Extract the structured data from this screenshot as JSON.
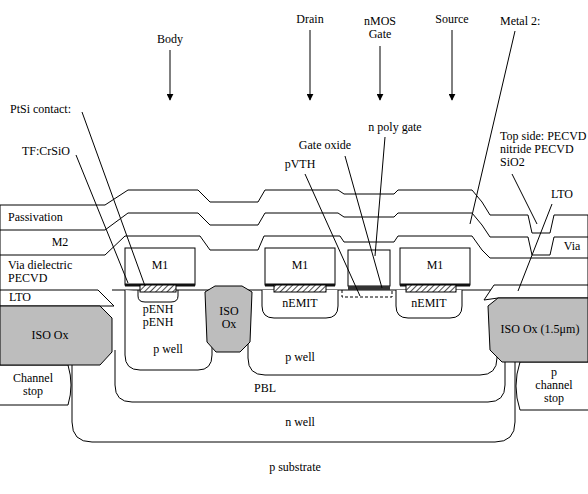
{
  "diagram": {
    "labels": [
      "Body",
      "Drain",
      "nMOS Gate",
      "Source",
      "Metal 2:",
      "PtSi contact:",
      "n poly gate",
      "Gate oxide",
      "Top side: PECVD nitride PECVD SiO2",
      "TF:CrSiO",
      "pVTH",
      "LTO",
      "Passivation",
      "M2",
      "Via",
      "Via dielectric PECVD",
      "LTO",
      "M1",
      "M1",
      "M1",
      "ISO Ox",
      "nEMIT",
      "nEMIT",
      "ISO Ox (1.5μm)",
      "ISO Ox",
      "p well",
      "p well",
      "pENH",
      "pENH",
      "PBL",
      "Channel stop",
      "p channel stop",
      "n well",
      "p substrate"
    ]
  }
}
